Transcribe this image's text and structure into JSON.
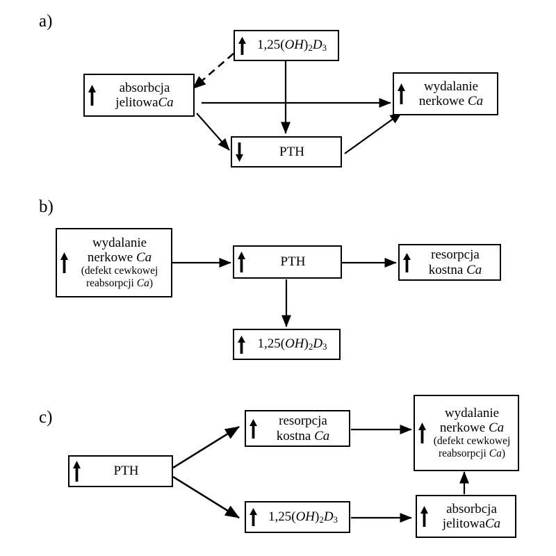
{
  "figure": {
    "type": "diagram",
    "subject": "Calcium-phosphate regulation pathways (Polish labels)",
    "background_color": "#ffffff",
    "stroke_color": "#000000"
  },
  "panels": [
    {
      "id": "a",
      "label": "a)",
      "nodes": [
        {
          "id": "a-vitd",
          "name": "vitamin-d",
          "direction": "up",
          "arrow_glyph": "↑",
          "text_lines": [
            "1,25(OH)2D3"
          ],
          "formula": true
        },
        {
          "id": "a-absorption",
          "name": "intestinal-absorption",
          "direction": "up",
          "arrow_glyph": "↑",
          "text_lines": [
            "absorbcja",
            "jelitowa Ca"
          ]
        },
        {
          "id": "a-excretion",
          "name": "renal-excretion",
          "direction": "up",
          "arrow_glyph": "↑",
          "text_lines": [
            "wydalanie",
            "nerkowe Ca"
          ]
        },
        {
          "id": "a-pth",
          "name": "pth",
          "direction": "down",
          "arrow_glyph": "↓",
          "text_lines": [
            "PTH"
          ]
        }
      ],
      "edges": [
        {
          "from": "a-vitd",
          "to": "a-absorption",
          "style": "dashed"
        },
        {
          "from": "a-vitd",
          "to": "a-pth",
          "style": "solid"
        },
        {
          "from": "a-absorption",
          "to": "a-excretion",
          "style": "solid"
        },
        {
          "from": "a-absorption",
          "to": "a-pth",
          "style": "solid"
        },
        {
          "from": "a-pth",
          "to": "a-excretion",
          "style": "solid"
        }
      ]
    },
    {
      "id": "b",
      "label": "b)",
      "nodes": [
        {
          "id": "b-excretion",
          "name": "renal-excretion",
          "direction": "up",
          "arrow_glyph": "↑",
          "text_lines": [
            "wydalanie",
            "nerkowe Ca",
            "(defekt cewkowej",
            "reabsorpcji Ca)"
          ]
        },
        {
          "id": "b-pth",
          "name": "pth",
          "direction": "up",
          "arrow_glyph": "↑",
          "text_lines": [
            "PTH"
          ]
        },
        {
          "id": "b-bone",
          "name": "bone-resorption",
          "direction": "up",
          "arrow_glyph": "↑",
          "text_lines": [
            "resorpcja",
            "kostna Ca"
          ]
        },
        {
          "id": "b-vitd",
          "name": "vitamin-d",
          "direction": "up",
          "arrow_glyph": "↑",
          "text_lines": [
            "1,25(OH)2D3"
          ],
          "formula": true
        }
      ],
      "edges": [
        {
          "from": "b-excretion",
          "to": "b-pth",
          "style": "solid"
        },
        {
          "from": "b-pth",
          "to": "b-bone",
          "style": "solid"
        },
        {
          "from": "b-pth",
          "to": "b-vitd",
          "style": "solid"
        }
      ]
    },
    {
      "id": "c",
      "label": "c)",
      "nodes": [
        {
          "id": "c-pth",
          "name": "pth",
          "direction": "up",
          "arrow_glyph": "↑",
          "text_lines": [
            "PTH"
          ]
        },
        {
          "id": "c-bone",
          "name": "bone-resorption",
          "direction": "up",
          "arrow_glyph": "↑",
          "text_lines": [
            "resorpcja",
            "kostna Ca"
          ]
        },
        {
          "id": "c-vitd",
          "name": "vitamin-d",
          "direction": "up",
          "arrow_glyph": "↑",
          "text_lines": [
            "1,25(OH)2D3"
          ],
          "formula": true
        },
        {
          "id": "c-excretion",
          "name": "renal-excretion",
          "direction": "up",
          "arrow_glyph": "↑",
          "text_lines": [
            "wydalanie",
            "nerkowe Ca",
            "(defekt cewkowej",
            "reabsorpcji Ca)"
          ]
        },
        {
          "id": "c-absorption",
          "name": "intestinal-absorption",
          "direction": "up",
          "arrow_glyph": "↑",
          "text_lines": [
            "absorbcja",
            "jelitowa Ca"
          ]
        }
      ],
      "edges": [
        {
          "from": "c-pth",
          "to": "c-bone",
          "style": "solid"
        },
        {
          "from": "c-pth",
          "to": "c-vitd",
          "style": "solid"
        },
        {
          "from": "c-bone",
          "to": "c-excretion",
          "style": "solid"
        },
        {
          "from": "c-vitd",
          "to": "c-absorption",
          "style": "solid"
        },
        {
          "from": "c-absorption",
          "to": "c-excretion",
          "style": "solid"
        }
      ]
    }
  ],
  "labels": {
    "panel_a": "a)",
    "panel_b": "b)",
    "panel_c": "c)",
    "absorbcja": "absorbcja",
    "jelitowa": "jelitowa",
    "wydalanie": "wydalanie",
    "nerkowe": "nerkowe",
    "resorpcja": "resorpcja",
    "kostna": "kostna",
    "ca": "Ca",
    "pth": "PTH",
    "defekt_line1": "(defekt cewkowej",
    "defekt_line2_pre": "reabsorpcji ",
    "defekt_line2_ca": "Ca",
    "defekt_line2_post": ")",
    "vitd_prefix": "1,25(",
    "vitd_oh": "OH",
    "vitd_close": ")",
    "vitd_sub2": "2",
    "vitd_d": "D",
    "vitd_sub3": "3",
    "arrow_up": "↑",
    "arrow_down": "↓"
  }
}
